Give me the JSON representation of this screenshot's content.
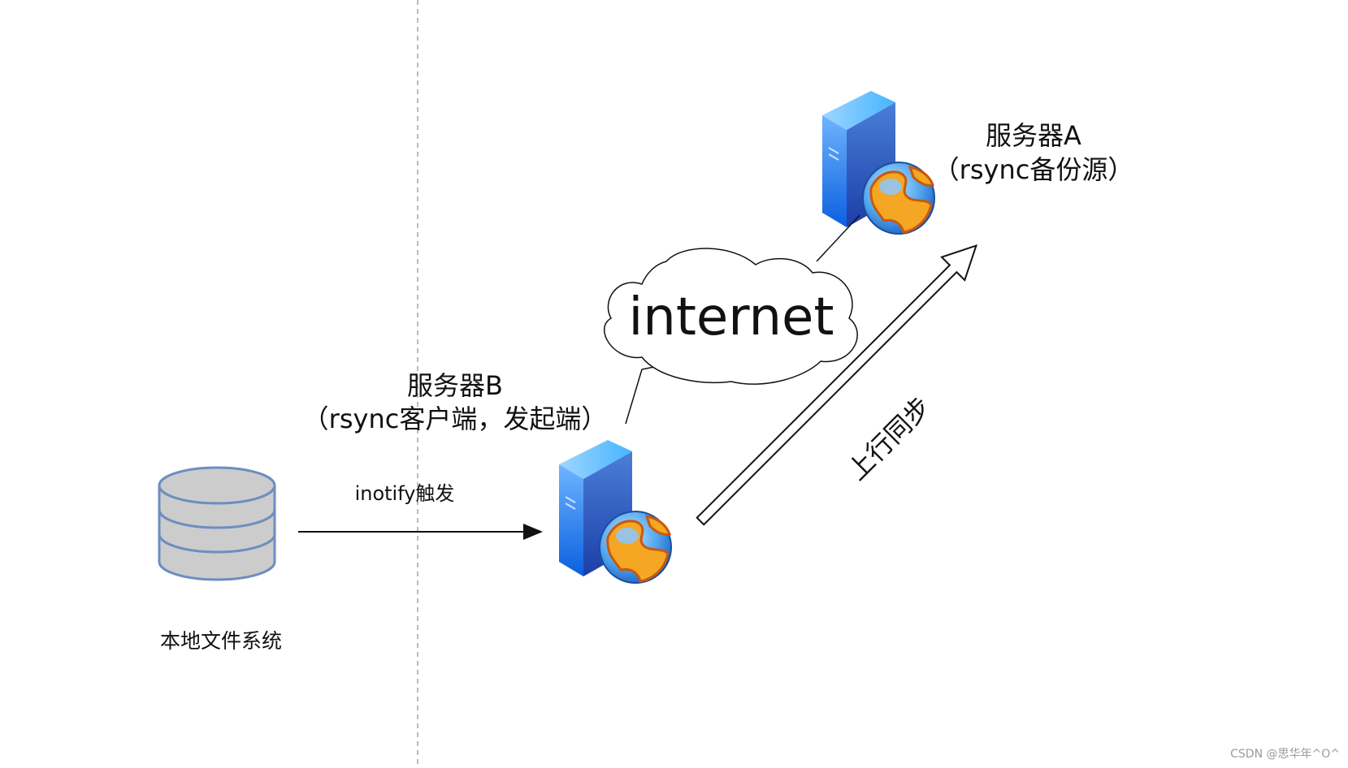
{
  "labels": {
    "local_fs": "本地文件系统",
    "inotify": "inotify触发",
    "server_b_title": "服务器B",
    "server_b_role": "（rsync客户端，发起端）",
    "server_a_title": "服务器A",
    "server_a_role": "（rsync备份源）",
    "cloud": "internet",
    "upload_sync": "上行同步"
  },
  "watermark": "CSDN @思华年^O^",
  "icons": {
    "database": "database-icon",
    "server": "server-globe-icon",
    "cloud": "cloud-icon"
  },
  "colors": {
    "database_fill": "#cccccc",
    "database_stroke": "#6c8ebf",
    "server_front_top": "#3a8ef0",
    "server_front_bottom": "#1060d8",
    "globe_ocean": "#4aa3f0",
    "globe_land": "#f0a020",
    "line": "#111111",
    "divider": "#bbbbbb"
  }
}
